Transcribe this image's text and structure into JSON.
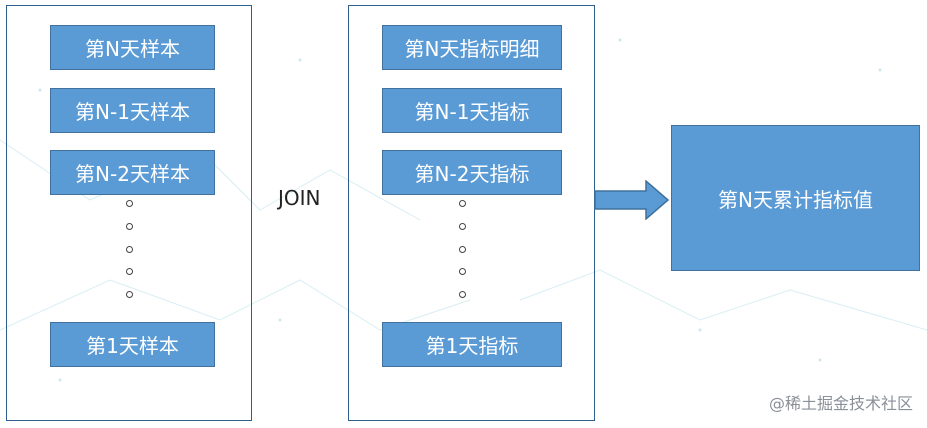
{
  "left_column": {
    "boxes": [
      "第N天样本",
      "第N-1天样本",
      "第N-2天样本",
      "第1天样本"
    ]
  },
  "join_label": "JOIN",
  "right_column": {
    "boxes": [
      "第N天指标明细",
      "第N-1天指标",
      "第N-2天指标",
      "第1天指标"
    ]
  },
  "result": {
    "label": "第N天累计指标值"
  },
  "watermark": "@稀土掘金技术社区",
  "colors": {
    "box_fill": "#5b9bd5",
    "box_border": "#41719c",
    "panel_border": "#2e5e8e",
    "text_on_box": "#ffffff"
  }
}
